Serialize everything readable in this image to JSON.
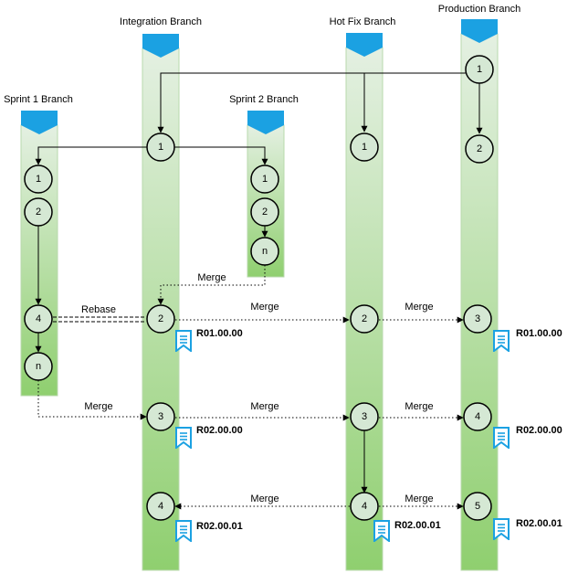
{
  "lanes": [
    {
      "id": "sprint1",
      "title": "Sprint 1 Branch"
    },
    {
      "id": "integration",
      "title": "Integration Branch"
    },
    {
      "id": "sprint2",
      "title": "Sprint 2 Branch"
    },
    {
      "id": "hotfix",
      "title": "Hot Fix Branch"
    },
    {
      "id": "production",
      "title": "Production Branch"
    }
  ],
  "nodes": {
    "s1_1": "1",
    "s1_2": "2",
    "s1_4": "4",
    "s1_n": "n",
    "in_1": "1",
    "in_2": "2",
    "in_3": "3",
    "in_4": "4",
    "s2_1": "1",
    "s2_2": "2",
    "s2_n": "n",
    "hf_1": "1",
    "hf_2": "2",
    "hf_3": "3",
    "hf_4": "4",
    "pr_1": "1",
    "pr_2": "2",
    "pr_3": "3",
    "pr_4": "4",
    "pr_5": "5"
  },
  "edge_labels": {
    "merge_s2": "Merge",
    "rebase": "Rebase",
    "merge_in_hf_1": "Merge",
    "merge_hf_pr_1": "Merge",
    "merge_s1_in": "Merge",
    "merge_in_hf_2": "Merge",
    "merge_hf_pr_2": "Merge",
    "merge_hf_in_3": "Merge",
    "merge_hf_pr_3": "Merge"
  },
  "releases": {
    "in_r1": "R01.00.00",
    "in_r2": "R02.00.00",
    "in_r3": "R02.00.01",
    "hf_r3": "R02.00.01",
    "pr_r1": "R01.00.00",
    "pr_r2": "R02.00.00",
    "pr_r3": "R02.00.01"
  },
  "colors": {
    "lane_gradient_top": "#e4f0e2",
    "lane_gradient_bottom": "#8fcf6f",
    "lane_stroke": "#b8d9ad",
    "lane_header": "#1ba1e2",
    "node_fill": "#d5e8d4",
    "release_icon": "#1ba1e2"
  }
}
